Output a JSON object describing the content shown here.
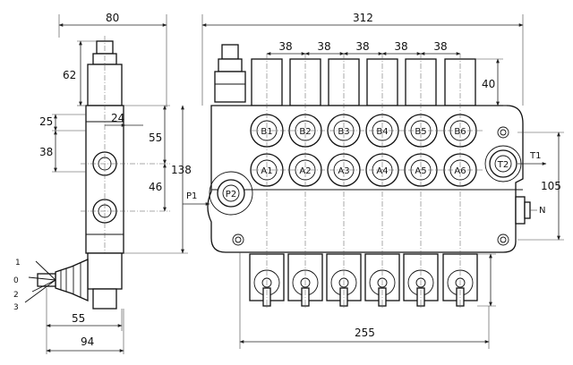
{
  "dimensions": {
    "side_width_top": "80",
    "side_height_62": "62",
    "side_25": "25",
    "side_24": "24",
    "side_38": "38",
    "side_55_right": "55",
    "side_46": "46",
    "side_138": "138",
    "side_55_bottom": "55",
    "side_94": "94",
    "front_312": "312",
    "front_pitch": "38",
    "front_40": "40",
    "front_105": "105",
    "front_255": "255"
  },
  "ports": {
    "b": [
      "B1",
      "B2",
      "B3",
      "B4",
      "B5",
      "B6"
    ],
    "a": [
      "A1",
      "A2",
      "A3",
      "A4",
      "A5",
      "A6"
    ],
    "p2": "P2",
    "t2": "T2",
    "p1": "P1",
    "t1": "T1",
    "n": "N"
  },
  "lever_positions": [
    "1",
    "0",
    "2",
    "3"
  ]
}
